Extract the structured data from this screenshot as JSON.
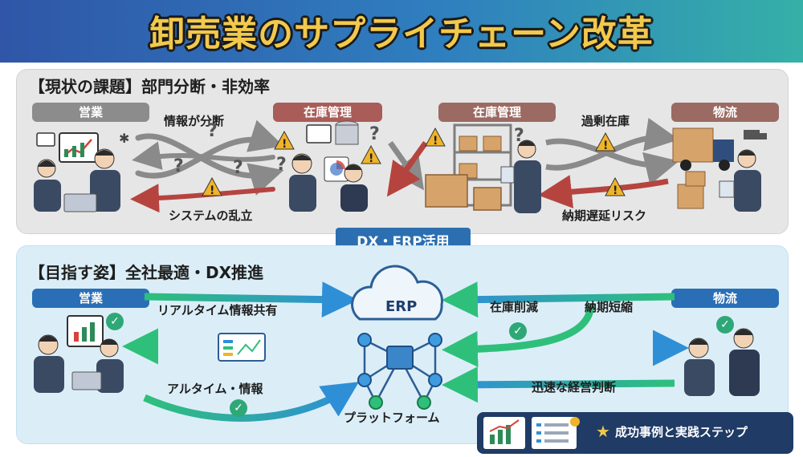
{
  "title": "卸売業のサプライチェーン改革",
  "current": {
    "heading": "【現状の課題】部門分断・非効率",
    "depts": [
      "営業",
      "在庫管理",
      "在庫管理",
      "物流"
    ],
    "labels": {
      "info_split": "情報が分断",
      "system_sprawl": "システムの乱立",
      "excess_stock": "過剰在庫",
      "delay_risk": "納期遅延リスク"
    }
  },
  "dx_banner": "DX・ERP活用",
  "target": {
    "heading": "【目指す姿】全社最適・DX推進",
    "depts": [
      "営業",
      "物流"
    ],
    "labels": {
      "realtime_share": "リアルタイム情報共有",
      "realtime_info": "アルタイム・情報",
      "erp": "ERP",
      "platform": "プラットフォーム",
      "stock_reduction": "在庫削減",
      "lead_time": "納期短縮",
      "fast_decision": "迅速な経営判断"
    }
  },
  "cta": {
    "label": "成功事例と実践ステップ"
  },
  "icons": [
    "warning-icon",
    "question-icon",
    "check-icon",
    "star-icon",
    "cloud-icon",
    "chart-icon",
    "document-icon",
    "box-icon",
    "truck-icon",
    "laptop-icon"
  ],
  "colors": {
    "banner_start": "#2f56a8",
    "banner_end": "#35b0a8",
    "title": "#f2c94c",
    "warning": "#f0b429",
    "arrow_red": "#b5443f",
    "arrow_gray": "#8a8a8a",
    "arrow_green": "#2ec07a",
    "arrow_blue": "#2f8fd6",
    "check": "#2ea876",
    "cta_bg": "#1f3b66"
  }
}
